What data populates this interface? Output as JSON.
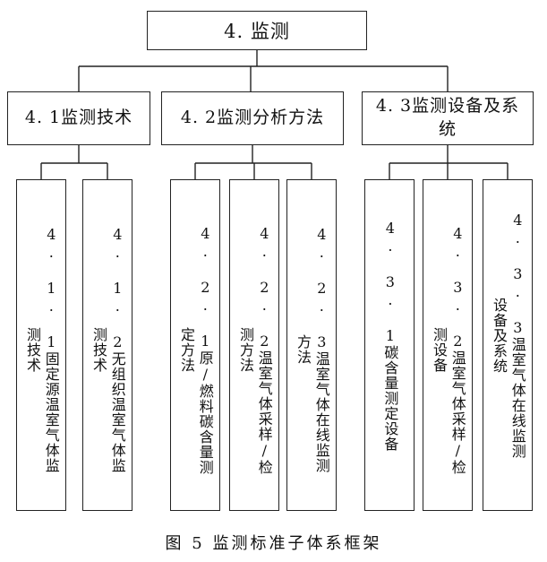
{
  "root": "4. 监测",
  "categories": [
    {
      "label": "4. 1监测技术",
      "children": [
        "4. 1. 1固定源温室气体监测技术",
        "4. 1. 2无组织温室气体监测技术"
      ]
    },
    {
      "label": "4. 2监测分析方法",
      "children": [
        "4. 2. 1原/燃料碳含量测定方法",
        "4. 2. 2温室气体采样/检测方法",
        "4. 2. 3温室气体在线监测方法"
      ]
    },
    {
      "label": "4. 3监测设备及系统",
      "children": [
        "4. 3. 1碳含量测定设备",
        "4. 3. 2温室气体采样/检测设备",
        "4. 3. 3温室气体在线监测设备及系统"
      ]
    }
  ],
  "caption": "图 5  监测标准子体系框架"
}
